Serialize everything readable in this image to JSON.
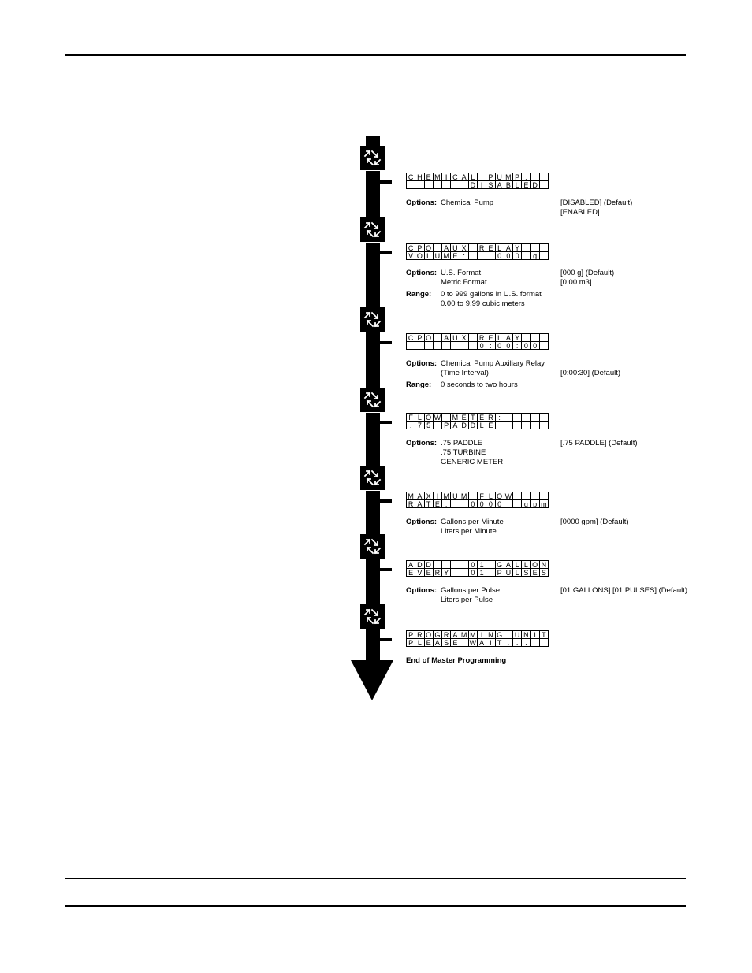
{
  "icon_name": "cycle-arrows-icon",
  "steps": [
    {
      "lcd": [
        "CHEMICAL PUMP:   ",
        "       DISABLED"
      ],
      "lines": [
        {
          "label": "Options:",
          "text": "Chemical Pump",
          "right": "[DISABLED] (Default)"
        },
        {
          "label": "",
          "text": "",
          "right": "[ENABLED]"
        }
      ]
    },
    {
      "lcd": [
        "CPO AUX RELAY   ",
        "VOLUME:   000 g "
      ],
      "lines": [
        {
          "label": "Options:",
          "text": "U.S. Format",
          "right": "[000 g] (Default)"
        },
        {
          "label": "",
          "text": "Metric Format",
          "right": "[0.00 m3]"
        },
        {
          "label": "Range:",
          "text": "0 to 999 gallons in U.S. format",
          "right": ""
        },
        {
          "label": "",
          "text": "0.00 to 9.99 cubic meters",
          "right": ""
        }
      ]
    },
    {
      "lcd": [
        "CPO AUX RELAY   ",
        "        0:00:00 "
      ],
      "lines": [
        {
          "label": "Options:",
          "text": "Chemical Pump Auxiliary Relay",
          "right": ""
        },
        {
          "label": "",
          "text": "(Time Interval)",
          "right": "[0:00:30] (Default)"
        },
        {
          "label": "Range:",
          "text": "0 seconds to two hours",
          "right": ""
        }
      ]
    },
    {
      "lcd": [
        "FLOW METER:     ",
        ".75 PADDLE      "
      ],
      "lines": [
        {
          "label": "Options:",
          "text": ".75 PADDLE",
          "right": "[.75 PADDLE] (Default)"
        },
        {
          "label": "",
          "text": ".75 TURBINE",
          "right": ""
        },
        {
          "label": "",
          "text": "GENERIC METER",
          "right": ""
        }
      ]
    },
    {
      "lcd": [
        "MAXIMUM FLOW    ",
        "RATE:  0000  gpm"
      ],
      "lines": [
        {
          "label": "Options:",
          "text": "Gallons per Minute",
          "right": "[0000  gpm] (Default)"
        },
        {
          "label": "",
          "text": "Liters per Minute",
          "right": ""
        }
      ]
    },
    {
      "lcd": [
        "ADD    01 GALLONS",
        "EVERY  01 PULSES"
      ],
      "lines": [
        {
          "label": "Options:",
          "text": "Gallons per Pulse",
          "right": "[01 GALLONS] [01 PULSES] (Default)"
        },
        {
          "label": "",
          "text": "Liters per Pulse",
          "right": ""
        }
      ]
    },
    {
      "lcd": [
        "PROGRAMMING UNIT",
        "PLEASE WAIT...  "
      ],
      "lines": [
        {
          "label": "",
          "text": "End of Master Programming",
          "right": ""
        }
      ]
    }
  ]
}
